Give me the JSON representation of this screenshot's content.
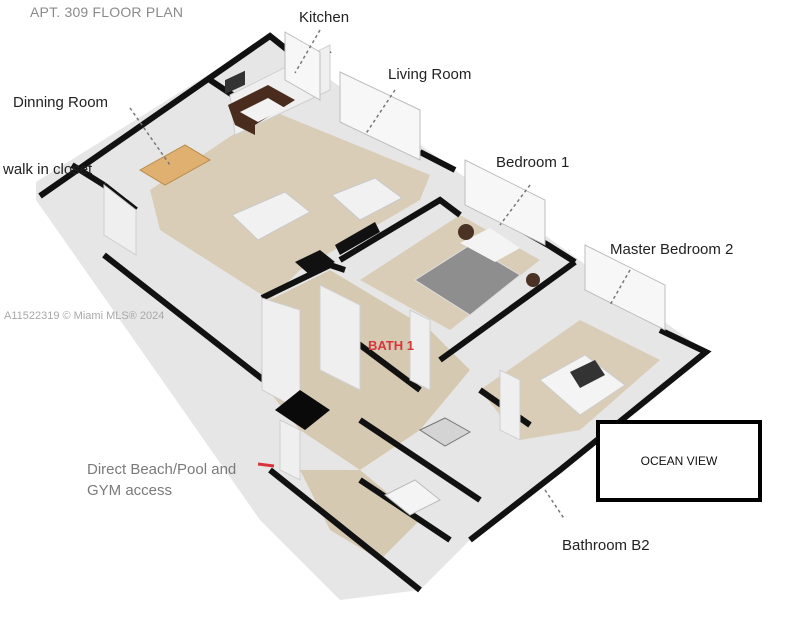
{
  "title": "APT. 309 FLOOR PLAN",
  "rooms": {
    "kitchen": "Kitchen",
    "living_room": "Living Room",
    "dining_room": "Dinning Room",
    "walk_in_closet": "walk in closet",
    "bedroom_1": "Bedroom 1",
    "master_bedroom_2": "Master Bedroom 2",
    "bath_1": "BATH 1",
    "bathroom_b2": "Bathroom B2"
  },
  "access_note": {
    "line1": "Direct Beach/Pool and",
    "line2": "GYM access"
  },
  "ocean_view": "OCEAN VIEW",
  "watermark": "A11522319 © Miami MLS® 2024",
  "colors": {
    "wall_top": "#111111",
    "wall_face": "#e4e4e4",
    "floor": "#d9cdb8",
    "bath_label": "#d8343c",
    "table": "#e0b070",
    "counter": "#4a2c1e"
  }
}
